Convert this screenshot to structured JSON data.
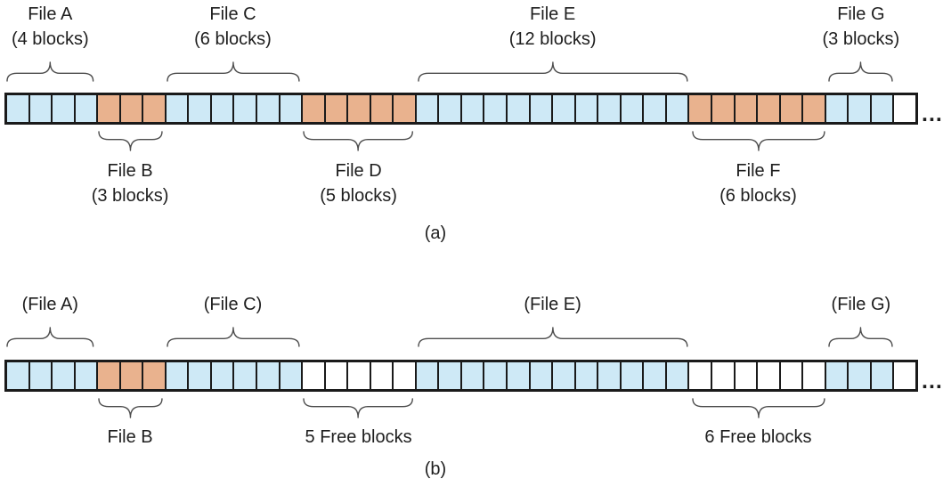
{
  "figure": {
    "title_hidden": "",
    "colors": {
      "blue": "#cee9f6",
      "orange": "#e9b28e",
      "free": "#ffffff",
      "block_border": "#1a1a1a",
      "brace": "#4d4d4d",
      "text": "#1e1e1e"
    },
    "panels": [
      {
        "caption": "(a)",
        "ellipsis": "...",
        "segments": [
          {
            "label": "File A",
            "sublabel": "(4 blocks)",
            "blocks": 4,
            "fill": "blue",
            "brace": "above"
          },
          {
            "label": "File B",
            "sublabel": "(3 blocks)",
            "blocks": 3,
            "fill": "orange",
            "brace": "below"
          },
          {
            "label": "File C",
            "sublabel": "(6 blocks)",
            "blocks": 6,
            "fill": "blue",
            "brace": "above"
          },
          {
            "label": "File D",
            "sublabel": "(5 blocks)",
            "blocks": 5,
            "fill": "orange",
            "brace": "below"
          },
          {
            "label": "File E",
            "sublabel": "(12 blocks)",
            "blocks": 12,
            "fill": "blue",
            "brace": "above"
          },
          {
            "label": "File F",
            "sublabel": "(6 blocks)",
            "blocks": 6,
            "fill": "orange",
            "brace": "below"
          },
          {
            "label": "File G",
            "sublabel": "(3 blocks)",
            "blocks": 3,
            "fill": "blue",
            "brace": "above"
          },
          {
            "label": "",
            "sublabel": "",
            "blocks": 1,
            "fill": "free",
            "brace": "none"
          }
        ]
      },
      {
        "caption": "(b)",
        "ellipsis": "...",
        "segments": [
          {
            "label": "(File A)",
            "sublabel": "",
            "blocks": 4,
            "fill": "blue",
            "brace": "above"
          },
          {
            "label": "File B",
            "sublabel": "",
            "blocks": 3,
            "fill": "orange",
            "brace": "below"
          },
          {
            "label": "(File C)",
            "sublabel": "",
            "blocks": 6,
            "fill": "blue",
            "brace": "above"
          },
          {
            "label": "5 Free blocks",
            "sublabel": "",
            "blocks": 5,
            "fill": "free",
            "brace": "below"
          },
          {
            "label": "(File E)",
            "sublabel": "",
            "blocks": 12,
            "fill": "blue",
            "brace": "above"
          },
          {
            "label": "6 Free blocks",
            "sublabel": "",
            "blocks": 6,
            "fill": "free",
            "brace": "below"
          },
          {
            "label": "(File G)",
            "sublabel": "",
            "blocks": 3,
            "fill": "blue",
            "brace": "above"
          },
          {
            "label": "",
            "sublabel": "",
            "blocks": 1,
            "fill": "free",
            "brace": "none"
          }
        ]
      }
    ]
  }
}
